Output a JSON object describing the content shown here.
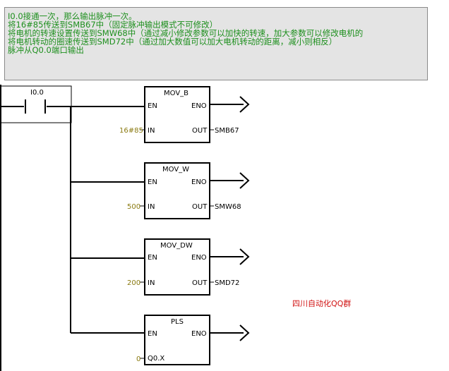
{
  "comment": {
    "lines": [
      "I0.0接通一次，那么输出脉冲一次。",
      "将16#85传送到SMB67中（固定脉冲输出模式不可修改）",
      "将电机的转速设置传送到SMW68中（通过减小修改参数可以加快的转速，加大参数可以修改电机的",
      "将电机转动的圈速传送到SMD72中（通过加大数值可以加大电机转动的距离，减小则相反）",
      "脉冲从Q0.0端口输出"
    ]
  },
  "contact": {
    "label": "I0.0"
  },
  "blocks": [
    {
      "title": "MOV_B",
      "en": "EN",
      "eno": "ENO",
      "in_label": "IN",
      "out_label": "OUT",
      "in_value": "16#85",
      "out_value": "SMB67"
    },
    {
      "title": "MOV_W",
      "en": "EN",
      "eno": "ENO",
      "in_label": "IN",
      "out_label": "OUT",
      "in_value": "500",
      "out_value": "SMW68"
    },
    {
      "title": "MOV_DW",
      "en": "EN",
      "eno": "ENO",
      "in_label": "IN",
      "out_label": "OUT",
      "in_value": "200",
      "out_value": "SMD72"
    },
    {
      "title": "PLS",
      "en": "EN",
      "eno": "ENO",
      "in_label": "Q0.X",
      "in_value": "0"
    }
  ],
  "watermark": "四川自动化QQ群",
  "colors": {
    "comment_text": "#1d8f1d",
    "comment_bg": "#e4e4e4",
    "constant_param": "#8a7a10",
    "watermark": "#d01010"
  }
}
